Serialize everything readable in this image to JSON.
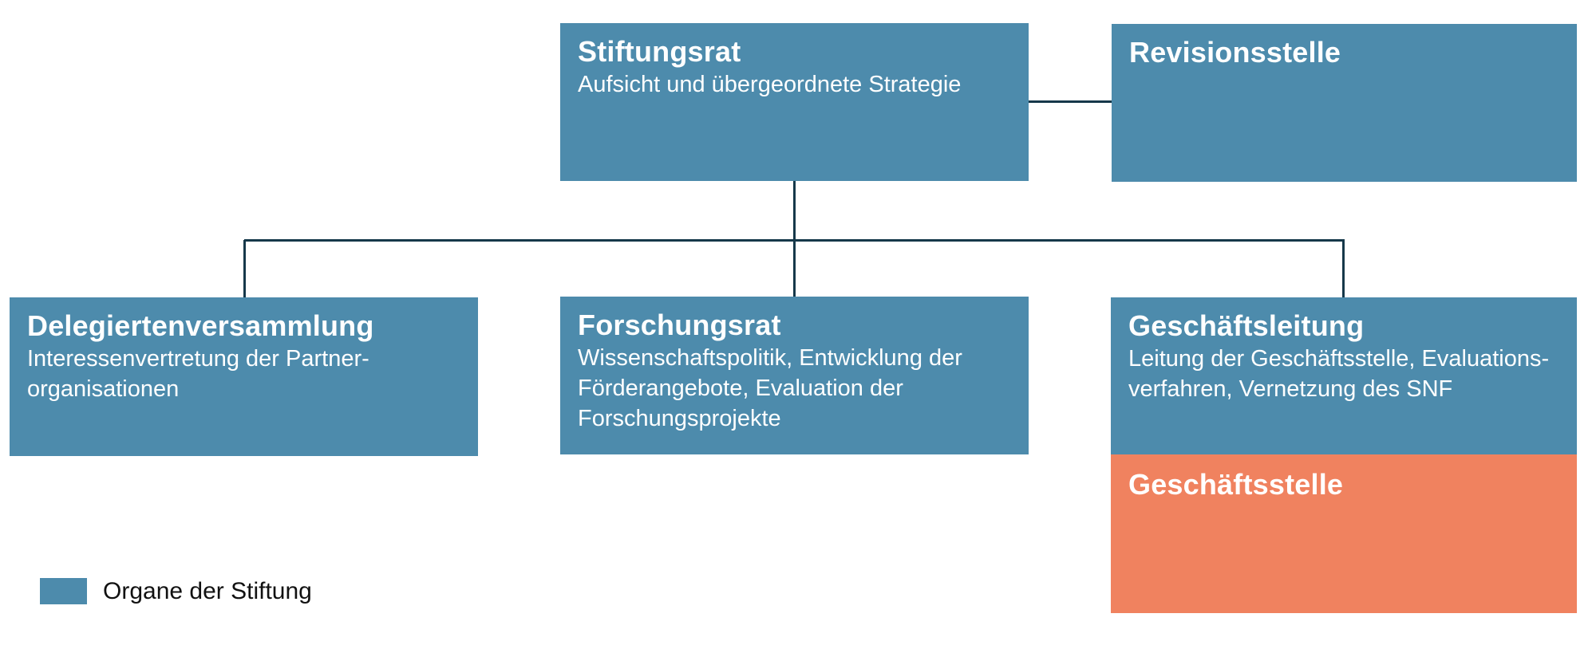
{
  "colors": {
    "organ_blue": "#4D8BAC",
    "office_orange": "#F0825F",
    "connector_dark": "#16384A",
    "text_on_box": "#FFFFFF",
    "legend_text": "#111111"
  },
  "boxes": {
    "stiftungsrat": {
      "title": "Stiftungsrat",
      "description_lines": [
        "Aufsicht und übergeordnete Strategie"
      ]
    },
    "revisionsstelle": {
      "title": "Revisionsstelle",
      "description_lines": []
    },
    "delegiertenversammlung": {
      "title": "Delegiertenversammlung",
      "description_lines": [
        "Interessenvertretung der Partner-",
        "organisationen"
      ]
    },
    "forschungsrat": {
      "title": "Forschungsrat",
      "description_lines": [
        "Wissenschaftspolitik, Entwicklung der",
        "Förderangebote, Evaluation der",
        "Forschungsprojekte"
      ]
    },
    "geschaeftsleitung": {
      "title": "Geschäftsleitung",
      "description_lines": [
        "Leitung der Geschäftsstelle, Evaluations-",
        "verfahren, Vernetzung des SNF"
      ]
    },
    "geschaeftsstelle": {
      "title": "Geschäftsstelle",
      "description_lines": []
    }
  },
  "legend": {
    "label": "Organe der Stiftung"
  }
}
